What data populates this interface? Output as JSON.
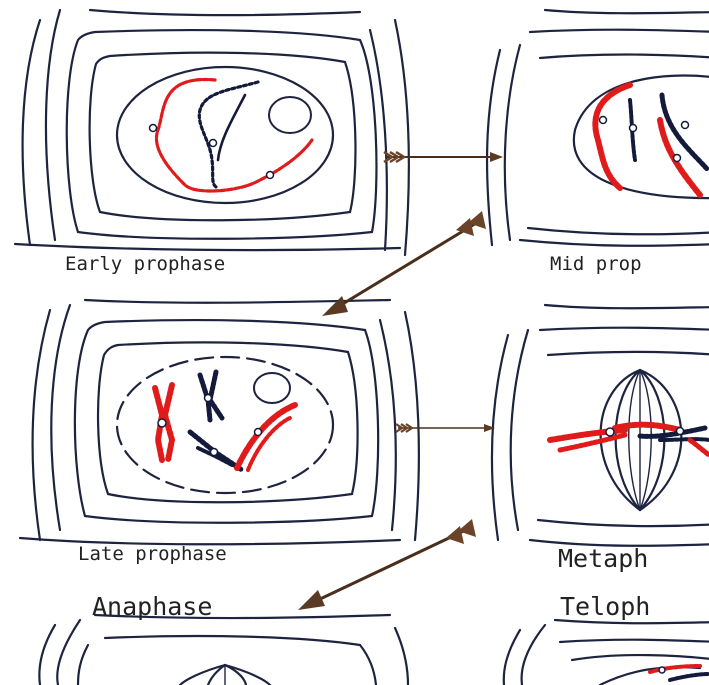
{
  "figure": {
    "stages": [
      {
        "id": "early-prophase",
        "label": "Early prophase"
      },
      {
        "id": "mid-prophase",
        "label": "Mid prop"
      },
      {
        "id": "late-prophase",
        "label": "Late prophase"
      },
      {
        "id": "metaphase",
        "label": "Metaph"
      },
      {
        "id": "anaphase",
        "label": "Anaphase"
      },
      {
        "id": "telophase",
        "label": "Teloph"
      }
    ]
  },
  "colors": {
    "cell_wall": "#1e2440",
    "chromosome_red": "#e01b1b",
    "chromosome_dark": "#141a3c",
    "arrow": "#5a3a22"
  },
  "icons": [
    "arrow-right-icon",
    "arrow-down-left-icon"
  ]
}
